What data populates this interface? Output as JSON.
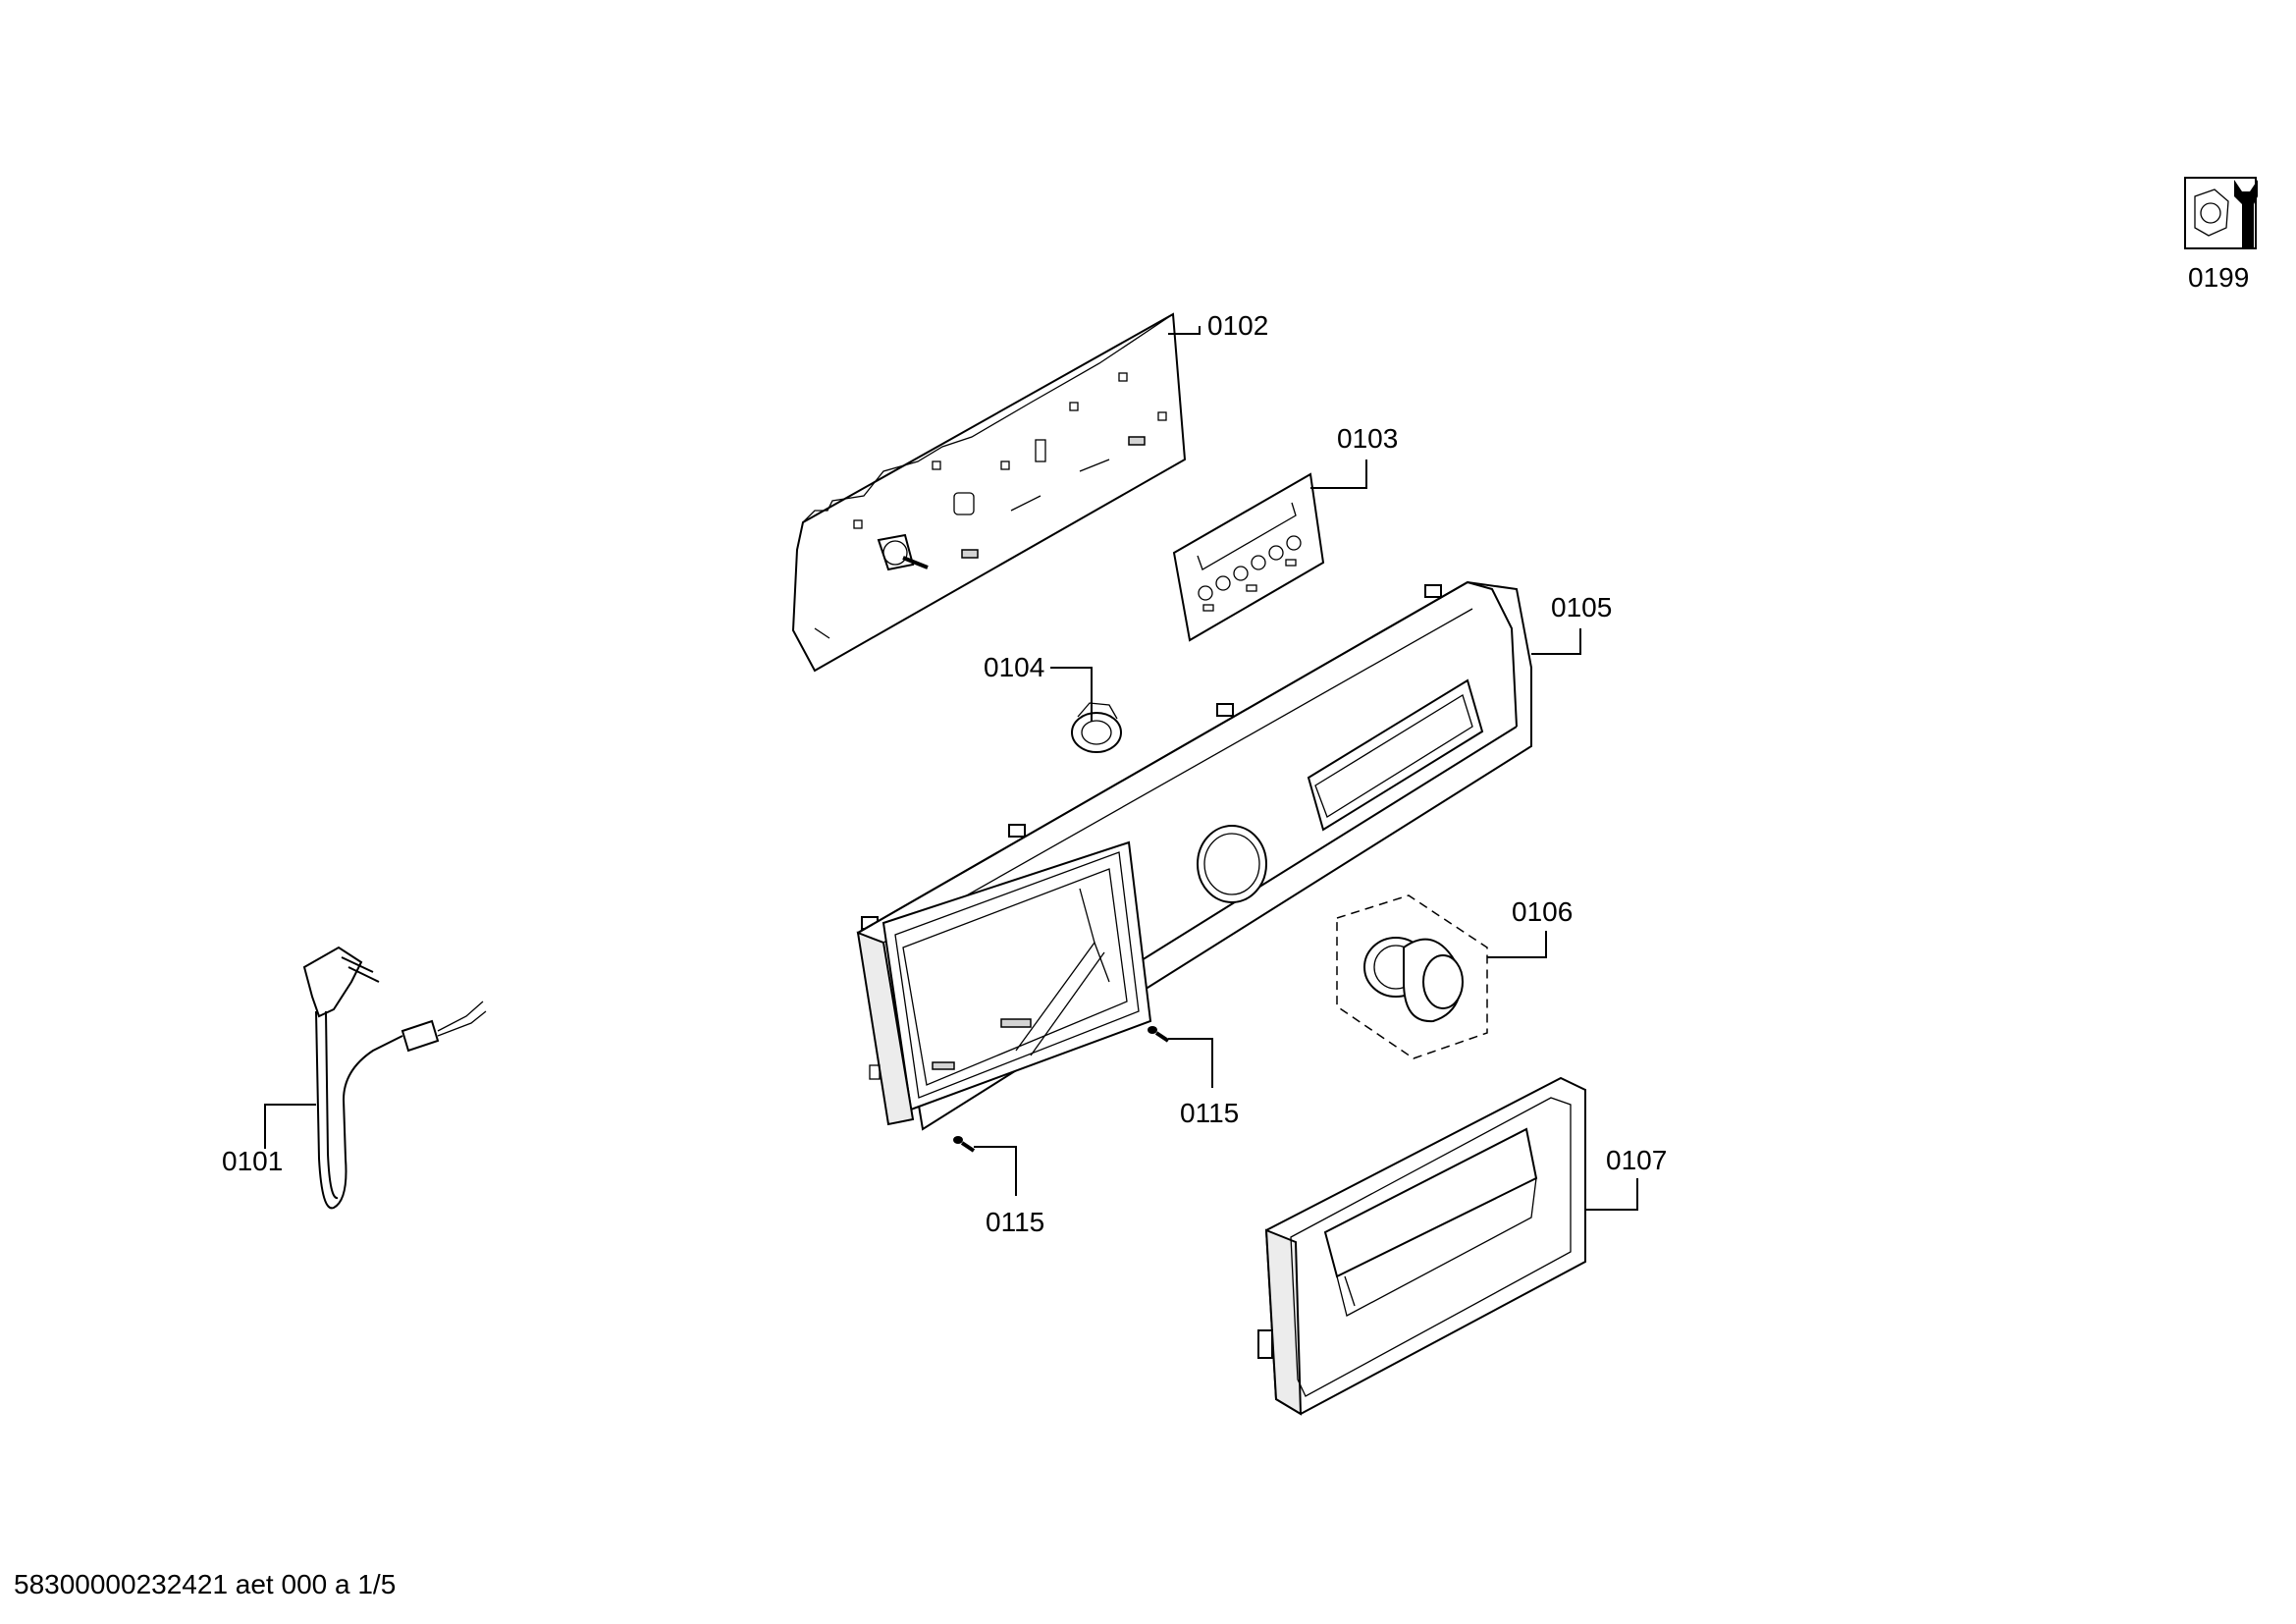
{
  "diagram": {
    "parts": [
      {
        "id": "0101",
        "name": "power-cord"
      },
      {
        "id": "0102",
        "name": "control-board"
      },
      {
        "id": "0103",
        "name": "membrane-keypad"
      },
      {
        "id": "0104",
        "name": "knob-bushing"
      },
      {
        "id": "0105",
        "name": "control-panel-fascia"
      },
      {
        "id": "0106",
        "name": "program-selector-knob"
      },
      {
        "id": "0107",
        "name": "detergent-drawer-handle"
      },
      {
        "id": "0115",
        "name": "screw"
      },
      {
        "id": "0115",
        "name": "screw"
      },
      {
        "id": "0199",
        "name": "tools-accessories-icon"
      }
    ],
    "footer": "58300000232421 aet 000 a 1/5"
  }
}
